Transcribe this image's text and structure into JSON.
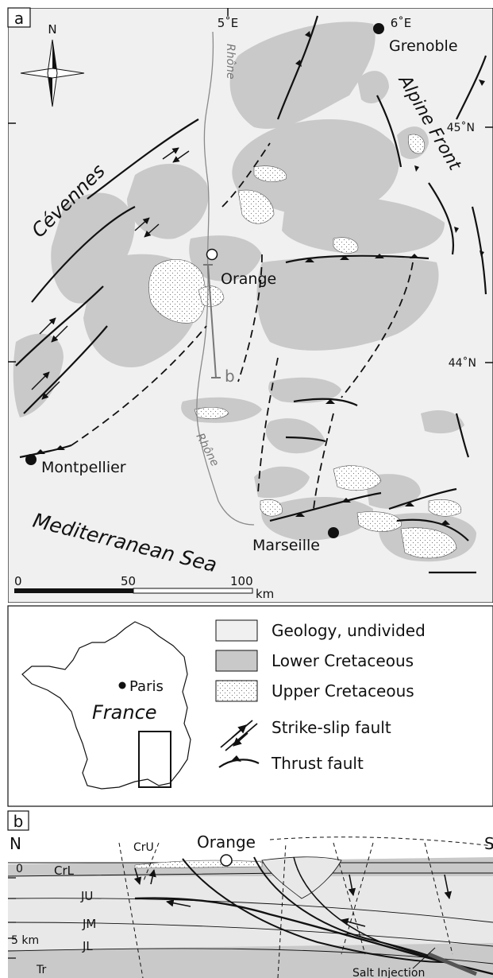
{
  "panel_a": {
    "letter": "a",
    "north": "N",
    "lon_labels": [
      "5˚E",
      "6˚E"
    ],
    "lat_labels": [
      "45˚N",
      "44˚N"
    ],
    "cities": {
      "grenoble": "Grenoble",
      "orange": "Orange",
      "montpellier": "Montpellier",
      "marseille": "Marseille"
    },
    "regions": {
      "cevennes": "Cévennes",
      "alpine_front": "Alpine Front",
      "sea": "Mediterranean Sea"
    },
    "rivers": [
      "Rhône",
      "Rhône"
    ],
    "section_letter": "b",
    "scale": {
      "ticks": [
        "0",
        "50",
        "100"
      ],
      "unit": "km"
    }
  },
  "inset": {
    "country": "France",
    "capital": "Paris"
  },
  "legend": [
    {
      "key": "undivided",
      "label": "Geology, undivided",
      "color": "#f0f0f0"
    },
    {
      "key": "lower-cretaceous",
      "label": "Lower Cretaceous",
      "color": "#c9c9c9"
    },
    {
      "key": "upper-cretaceous",
      "label": "Upper Cretaceous",
      "color": "#ffffff"
    },
    {
      "key": "strike-slip",
      "label": "Strike-slip fault"
    },
    {
      "key": "thrust",
      "label": "Thrust fault"
    }
  ],
  "panel_b": {
    "letter": "b",
    "north": "N",
    "south": "S",
    "town": "Orange",
    "depth_labels": [
      "0",
      "5 km"
    ],
    "units": [
      "CrU",
      "CrL",
      "JU",
      "JM",
      "JL",
      "Tr"
    ],
    "annotation": "Salt Injection"
  }
}
